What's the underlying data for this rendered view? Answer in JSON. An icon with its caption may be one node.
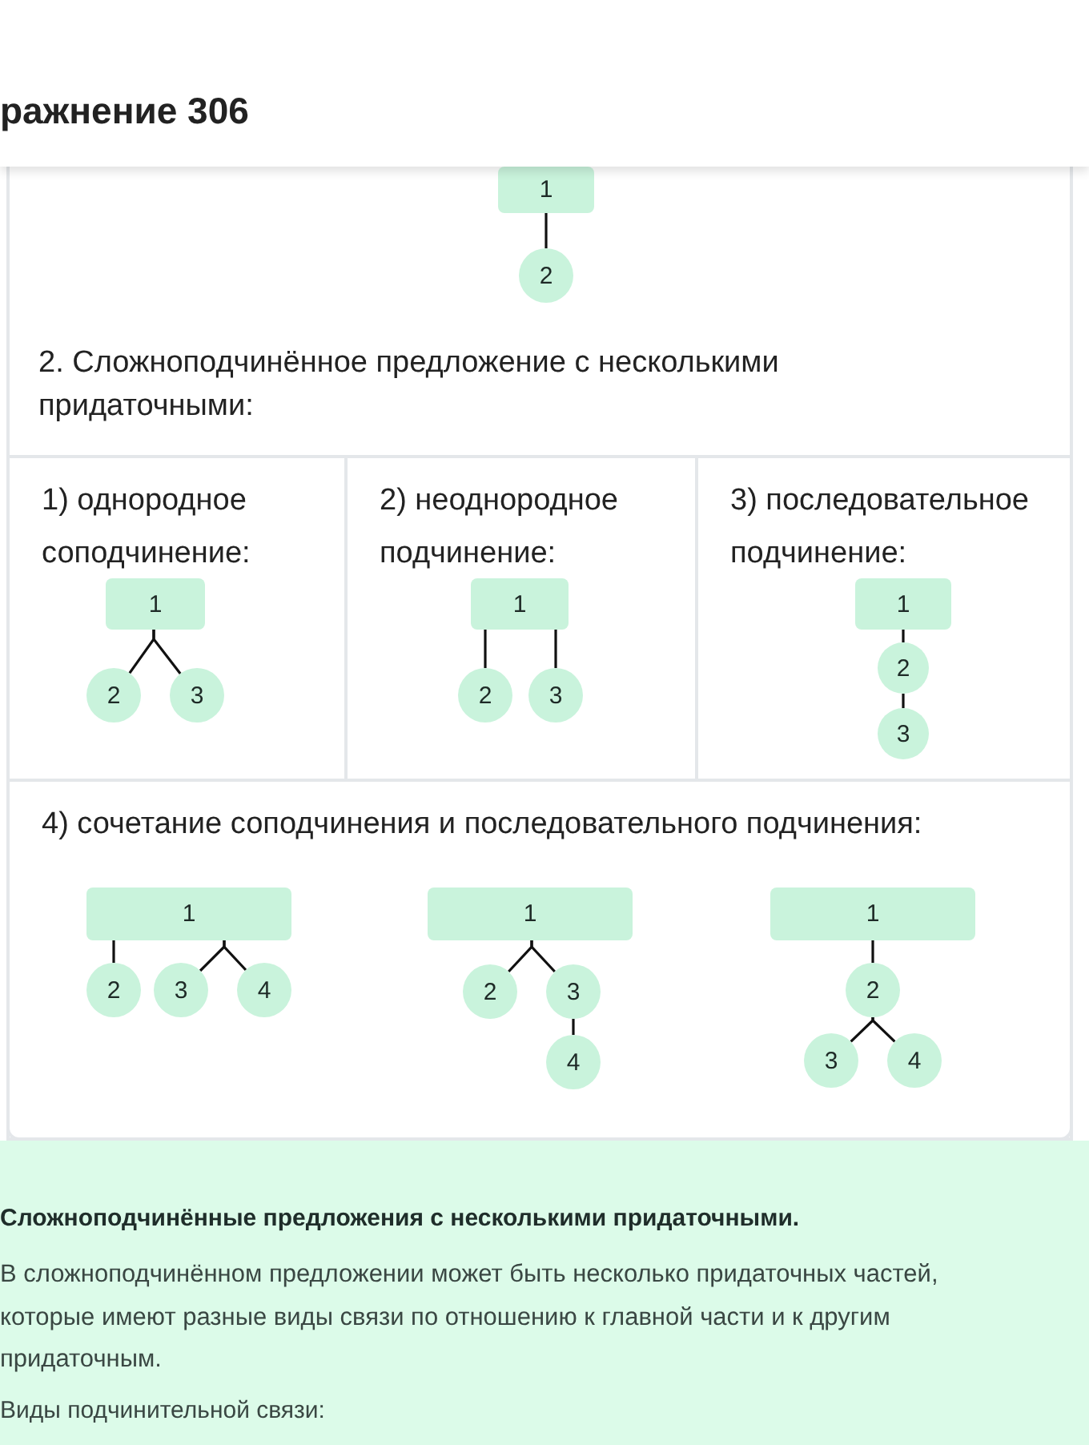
{
  "diagram": {
    "title": "ражнение 306",
    "nodes": [
      {
        "text": [
          "1"
        ]
      },
      {
        "text": [
          "2"
        ]
      },
      {
        "text": [
          "1) однородное соподчинение:"
        ]
      },
      {
        "text": [
          "1"
        ],
        "in": 2
      },
      {
        "text": [
          "2"
        ],
        "in": 2
      },
      {
        "text": [
          "3"
        ],
        "in": 2
      },
      {
        "text": [
          "2) неоднородное подчинение:"
        ]
      },
      {
        "text": [
          "1"
        ],
        "in": 6
      },
      {
        "text": [
          "2"
        ],
        "in": 6
      },
      {
        "text": [
          "3"
        ],
        "in": 6
      },
      {
        "text": [
          "3) последовательное подчинение:"
        ]
      },
      {
        "text": [
          "1"
        ],
        "in": 10
      },
      {
        "text": [
          "2"
        ],
        "in": 10
      },
      {
        "text": [
          "3"
        ],
        "in": 10
      },
      {
        "text": [
          "4) сочетание соподчинения и последовательного подчинения:"
        ]
      },
      {
        "text": [
          "1"
        ],
        "in": 14
      },
      {
        "text": [
          "2"
        ],
        "in": 14
      },
      {
        "text": [
          "3"
        ],
        "in": 14
      },
      {
        "text": [
          "4"
        ],
        "in": 14
      },
      {
        "text": [
          "1"
        ],
        "in": 14
      },
      {
        "text": [
          "2"
        ],
        "in": 14
      },
      {
        "text": [
          "3"
        ],
        "in": 14
      },
      {
        "text": [
          "4"
        ],
        "in": 14
      },
      {
        "text": [
          "1"
        ],
        "in": 14
      },
      {
        "text": [
          "2"
        ],
        "in": 14
      },
      {
        "text": [
          "3"
        ],
        "in": 14
      },
      {
        "text": [
          "4"
        ],
        "in": 14
      }
    ],
    "edges": [
      {
        "from": 0,
        "to": 1,
        "arrow": "none"
      },
      {
        "from": 3,
        "to": 4,
        "arrow": "none"
      },
      {
        "from": 3,
        "to": 5,
        "arrow": "none"
      },
      {
        "from": 7,
        "to": 8,
        "arrow": "none"
      },
      {
        "from": 7,
        "to": 9,
        "arrow": "none"
      },
      {
        "from": 11,
        "to": 12,
        "arrow": "none"
      },
      {
        "from": 12,
        "to": 13,
        "arrow": "none"
      },
      {
        "from": 15,
        "to": 16,
        "arrow": "none"
      },
      {
        "from": 15,
        "to": 17,
        "arrow": "none"
      },
      {
        "from": 15,
        "to": 18,
        "arrow": "none"
      },
      {
        "from": 19,
        "to": 20,
        "arrow": "none"
      },
      {
        "from": 19,
        "to": 21,
        "arrow": "none"
      },
      {
        "from": 21,
        "to": 22,
        "arrow": "none"
      },
      {
        "from": 23,
        "to": 24,
        "arrow": "none"
      },
      {
        "from": 24,
        "to": 25,
        "arrow": "none"
      },
      {
        "from": 24,
        "to": 26,
        "arrow": "none"
      }
    ],
    "labels": [
      "2. Сложноподчинённое предложение с несколькими придаточными:",
      "Сложноподчинённые предложения с несколькими придаточными.",
      "В сложноподчинённом предложении может быть несколько придаточных частей, которые имеют разные виды связи по отношению к главной части и к другим придаточным.",
      "Виды подчинительной связи:"
    ]
  }
}
